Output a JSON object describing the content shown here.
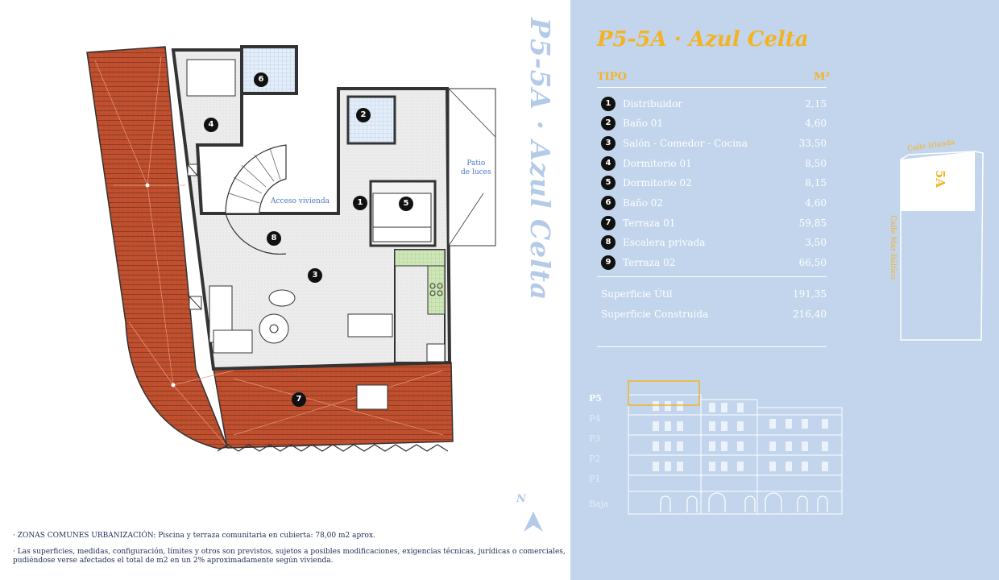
{
  "title": "P5-5A · Azul Celta",
  "vertical_title": "P5-5A · Azul Celta",
  "table": {
    "col_tipo": "TIPO",
    "col_m2": "M²",
    "rows": [
      {
        "n": "1",
        "label": "Distribuidor",
        "value": "2,15"
      },
      {
        "n": "2",
        "label": "Baño 01",
        "value": "4,60"
      },
      {
        "n": "3",
        "label": "Salón - Comedor - Cocina",
        "value": "33,50"
      },
      {
        "n": "4",
        "label": "Dormitorio 01",
        "value": "8,50"
      },
      {
        "n": "5",
        "label": "Dormitorio 02",
        "value": "8,15"
      },
      {
        "n": "6",
        "label": "Baño 02",
        "value": "4,60"
      },
      {
        "n": "7",
        "label": "Terraza 01",
        "value": "59,85"
      },
      {
        "n": "8",
        "label": "Escalera privada",
        "value": "3,50"
      },
      {
        "n": "9",
        "label": "Terraza 02",
        "value": "66,50"
      }
    ],
    "summary": [
      {
        "label": "Superficie Útil",
        "value": "191,35"
      },
      {
        "label": "Superficie Construida",
        "value": "216,40"
      }
    ]
  },
  "levels": [
    {
      "label": "P5",
      "active": true
    },
    {
      "label": "P4",
      "active": false
    },
    {
      "label": "P3",
      "active": false
    },
    {
      "label": "P2",
      "active": false
    },
    {
      "label": "P1",
      "active": false
    },
    {
      "label": "Baja",
      "active": false
    }
  ],
  "keyplan": {
    "unit": "5A",
    "street_top": "Calle Irlanda",
    "street_side": "Calle Mar Báltico"
  },
  "plan": {
    "patio": "Patio\nde luces",
    "entry": "Acceso vivienda",
    "north": "N",
    "room_numbers": [
      "1",
      "2",
      "3",
      "4",
      "5",
      "6",
      "7",
      "8"
    ]
  },
  "notes": [
    "· ZONAS COMUNES URBANIZACIÓN: Piscina y terraza comunitaria en cubierta: 78,00 m2 aprox.",
    "· Las superficies, medidas, configuración, límites y otros son previstos, sujetos a posibles modificaciones, exigencias técnicas, jurídicas o comerciales, pudiéndose verse afectados el total de m2  en un 2% aproximadamente según vivienda."
  ],
  "colors": {
    "panel": "#c2d5ec",
    "accent": "#f4b322",
    "terrace": "#c0502f",
    "floor": "#ececec"
  }
}
